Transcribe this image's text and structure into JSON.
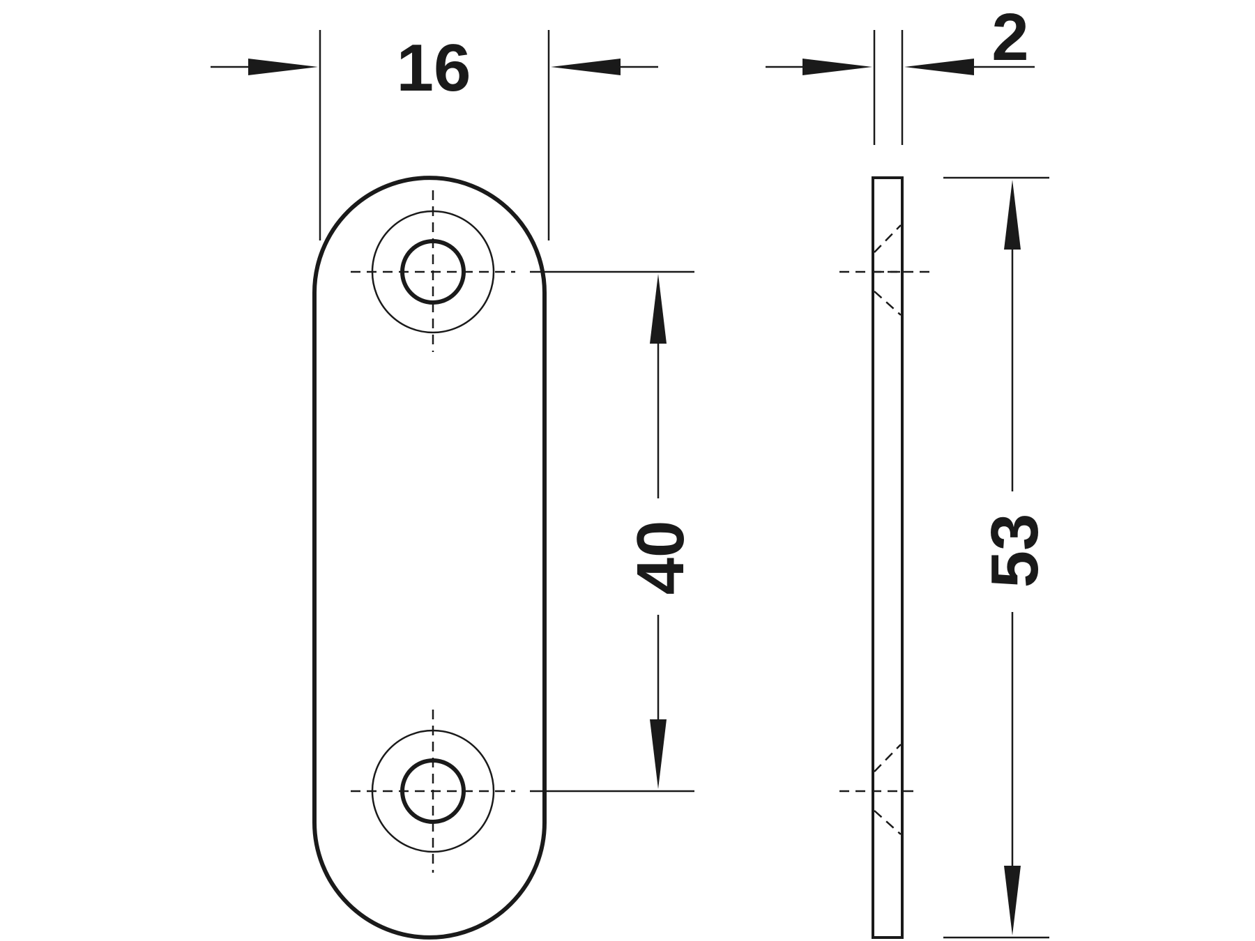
{
  "diagram": {
    "dimensions": {
      "width": "16",
      "thickness": "2",
      "hole_spacing": "40",
      "length": "53"
    },
    "colors": {
      "line": "#1a1a1a",
      "background": "#ffffff"
    }
  }
}
